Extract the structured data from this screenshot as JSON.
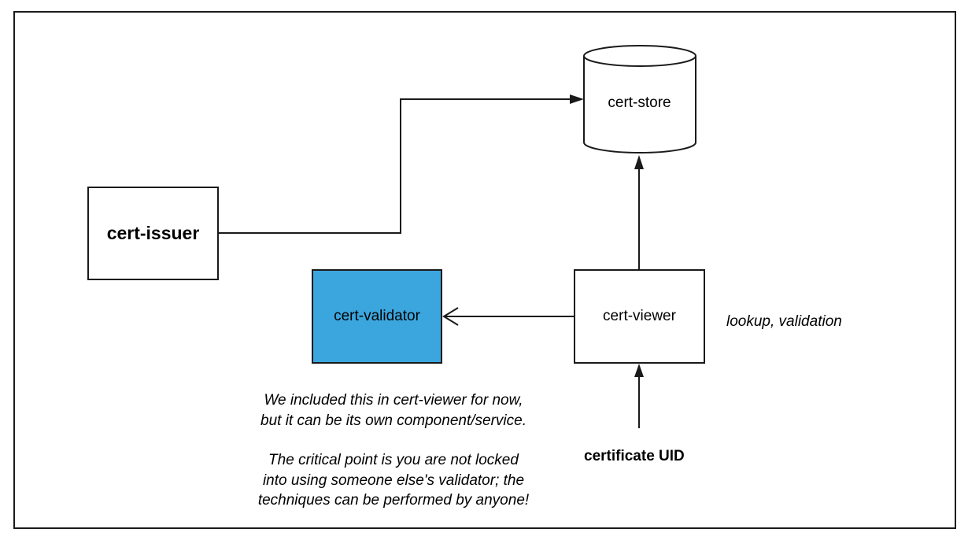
{
  "nodes": {
    "cert_issuer": "cert-issuer",
    "cert_store": "cert-store",
    "cert_validator": "cert-validator",
    "cert_viewer": "cert-viewer"
  },
  "labels": {
    "viewer_side_note": "lookup, validation",
    "certificate_uid": "certificate UID"
  },
  "validator_note": {
    "paragraph_1": [
      "We included this in cert-viewer for now,",
      "but it can be its own component/service."
    ],
    "paragraph_2": [
      "The critical point is you are not locked",
      "into using someone else's validator; the",
      "techniques can be performed by anyone!"
    ]
  },
  "colors": {
    "validator_fill": "#3ba6de",
    "line": "#1a1a1a",
    "background": "#ffffff"
  },
  "edges": [
    {
      "from": "cert-issuer",
      "to": "cert-store",
      "arrowhead": "filled"
    },
    {
      "from": "cert-viewer",
      "to": "cert-store",
      "arrowhead": "filled"
    },
    {
      "from": "cert-viewer",
      "to": "cert-validator",
      "arrowhead": "open"
    },
    {
      "from": "certificate UID",
      "to": "cert-viewer",
      "arrowhead": "filled"
    }
  ]
}
